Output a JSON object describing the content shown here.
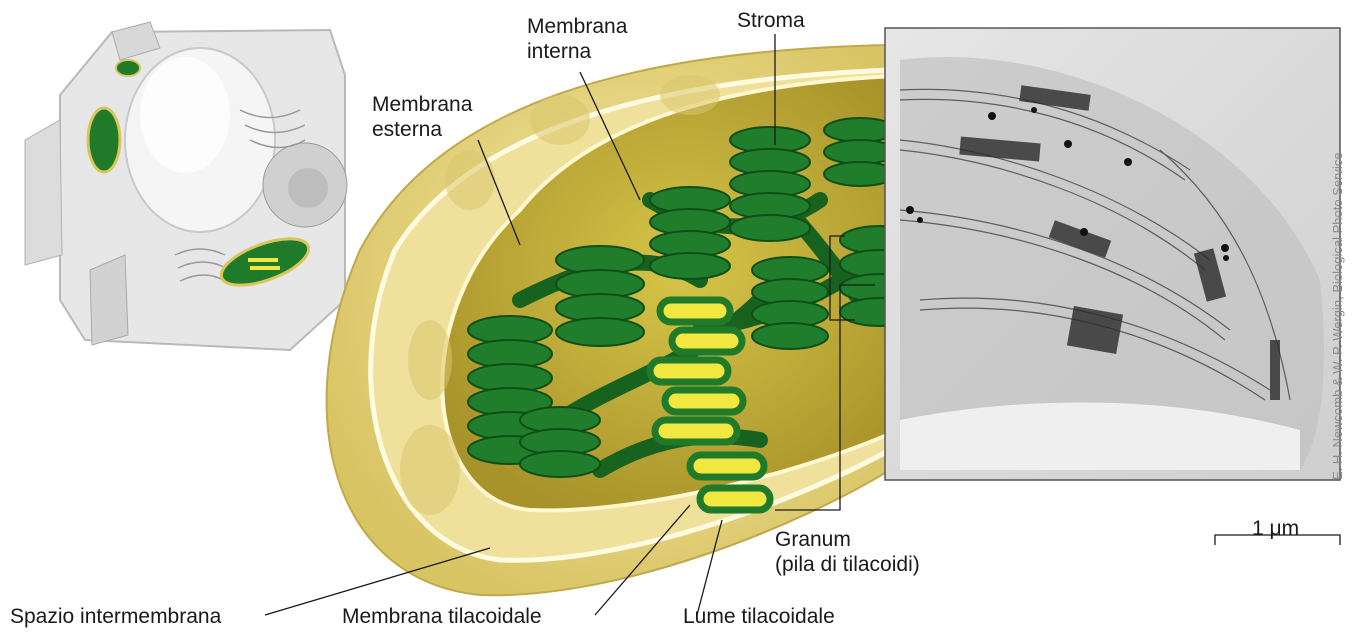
{
  "labels": {
    "membrana_interna": [
      "Membrana",
      "interna"
    ],
    "stroma": "Stroma",
    "membrana_esterna": [
      "Membrana",
      "esterna"
    ],
    "granum": [
      "Granum",
      "(pila di tilacoidi)"
    ],
    "spazio_intermembrana": "Spazio intermembrana",
    "membrana_tilacoidale": "Membrana tilacoidale",
    "lume_tilacoidale": "Lume tilacoidale"
  },
  "scale_bar": {
    "label": "1 μm"
  },
  "credit": "E. H. Newcomb & W. P. Wergin, Biological Photo Service",
  "colors": {
    "outer_envelope": "#e9d98a",
    "stroma": "#c9b33a",
    "thylakoid_green": "#1f7a2a",
    "lumen_yellow": "#f2e640",
    "micrograph_bg": "#d8d8d8"
  }
}
